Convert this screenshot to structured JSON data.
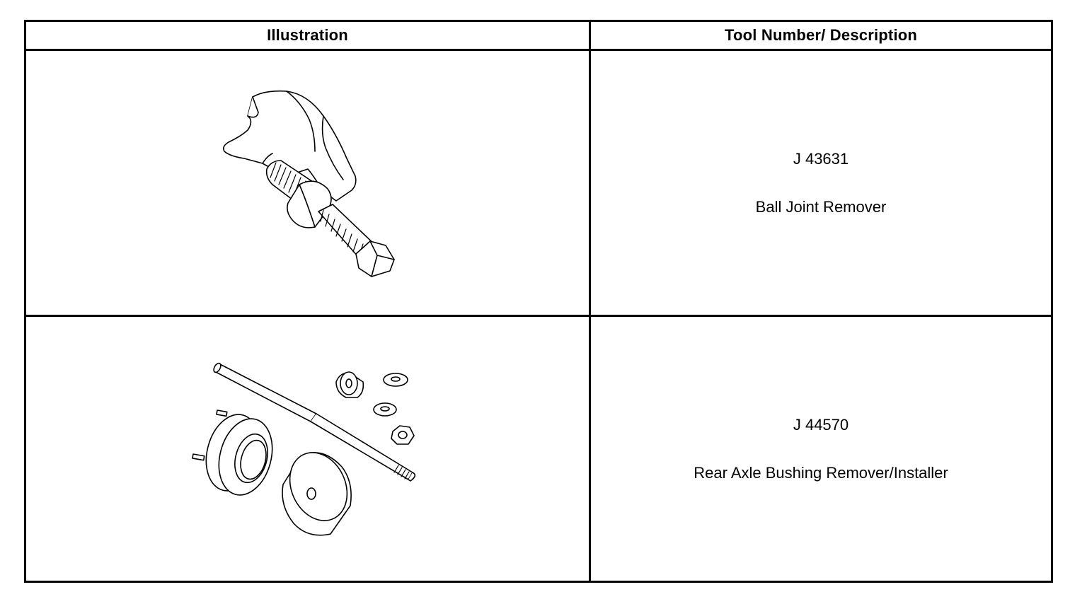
{
  "table": {
    "headers": [
      "Illustration",
      "Tool Number/ Description"
    ],
    "rows": [
      {
        "illustration_icon": "ball-joint-remover-drawing",
        "tool_number": "J 43631",
        "description": "Ball Joint Remover"
      },
      {
        "illustration_icon": "rear-axle-bushing-tool-set-drawing",
        "tool_number": "J 44570",
        "description": "Rear Axle Bushing Remover/Installer"
      }
    ]
  }
}
